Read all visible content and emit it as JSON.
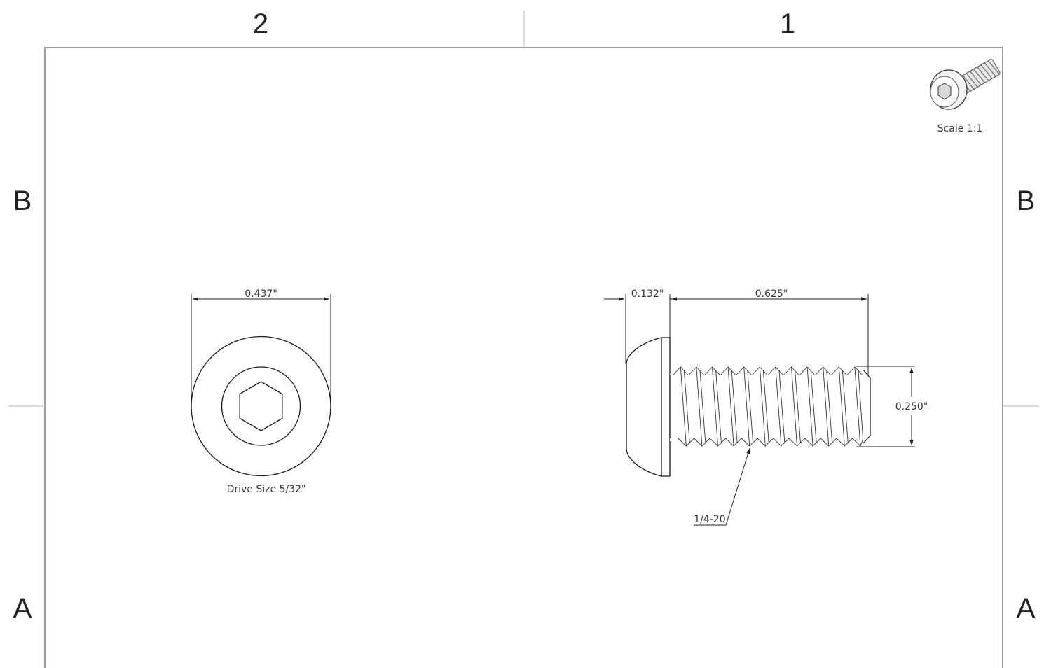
{
  "zones": {
    "top_left": "2",
    "top_right": "1",
    "left_upper": "B",
    "right_upper": "B",
    "left_lower": "A",
    "right_lower": "A"
  },
  "iso_view": {
    "icon": "button-head-screw-icon",
    "scale_label": "Scale 1:1"
  },
  "front_view": {
    "head_diameter_label": "0.437\"",
    "drive_note": "Drive Size 5/32\""
  },
  "side_view": {
    "head_height_label": "0.132\"",
    "length_label": "0.625\"",
    "thread_diameter_label": "0.250\"",
    "thread_callout": "1/4-20"
  }
}
